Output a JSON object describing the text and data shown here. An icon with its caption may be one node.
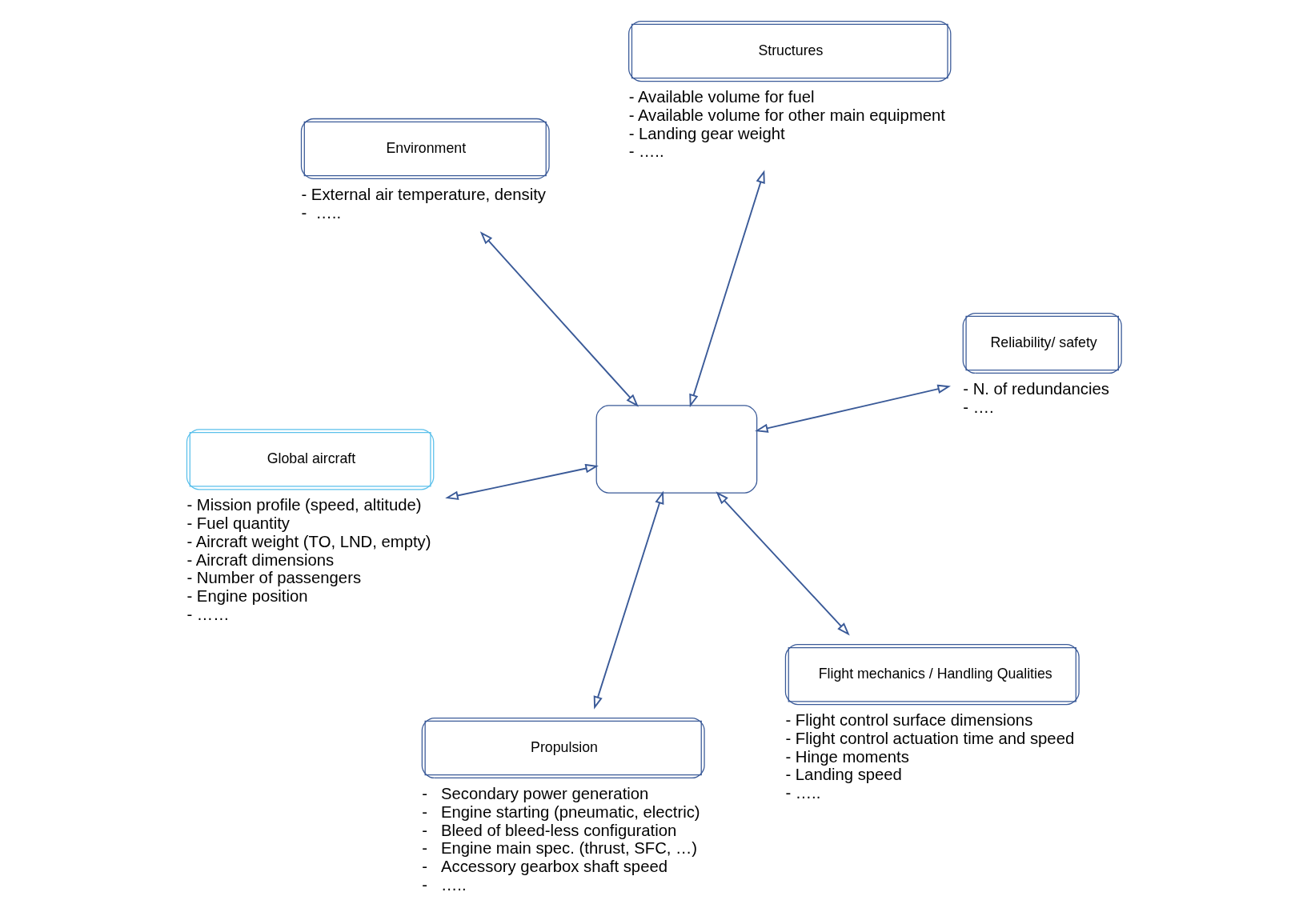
{
  "diagram": {
    "nodes": [
      {
        "text": [
          "Global aircraft"
        ],
        "beside": [
          "- Mission profile (speed, altitude)",
          "- Fuel quantity",
          "- Aircraft weight (TO, LND, empty)",
          "- Aircraft dimensions",
          "- Number of passengers",
          "- Engine position",
          "- ……"
        ]
      },
      {
        "text": [
          "Flight mechanics / Handling Qualities"
        ],
        "beside": [
          "- Flight control surface dimensions",
          "- Flight control actuation time and speed",
          "- Hinge moments",
          "- Landing speed",
          "- ….."
        ]
      },
      {
        "text": [],
        "shape": "box"
      },
      {
        "text": [
          "Environment"
        ],
        "beside": [
          "- External air temperature, density",
          "-  ….."
        ]
      },
      {
        "text": [
          "Reliability/ safety"
        ],
        "beside": [
          "- N. of redundancies",
          "- …."
        ]
      },
      {
        "text": [
          "Structures"
        ],
        "beside": [
          "- Available volume for fuel",
          "- Available volume for other main equipment",
          "- Landing gear weight",
          "- ….."
        ]
      },
      {
        "text": [
          "Propulsion"
        ],
        "beside": [
          "-   Secondary power generation",
          "-   Engine starting (pneumatic, electric)",
          "-   Bleed of bleed-less configuration",
          "-   Engine main spec. (thrust, SFC, …)",
          "-   Accessory gearbox shaft speed",
          "-   ….."
        ]
      }
    ],
    "edges": [
      {
        "from": 0,
        "to": 2,
        "arrow": "both"
      },
      {
        "from": 1,
        "to": 2,
        "arrow": "both"
      },
      {
        "from": 2,
        "to": 3,
        "arrow": "both"
      },
      {
        "from": 4,
        "to": 2,
        "arrow": "both"
      },
      {
        "from": 5,
        "to": 2,
        "arrow": "both"
      },
      {
        "from": 2,
        "to": 6,
        "arrow": "both"
      }
    ]
  }
}
